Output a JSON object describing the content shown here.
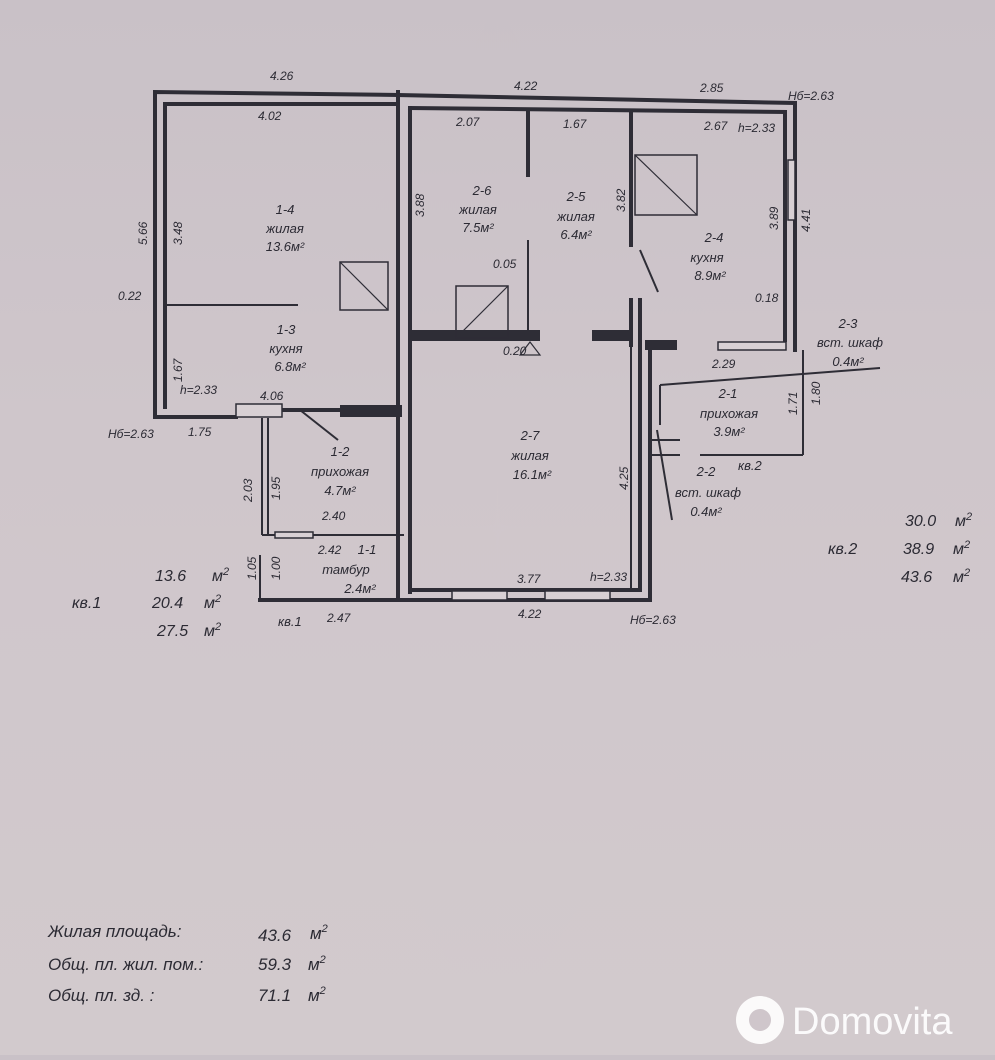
{
  "plan": {
    "dims": {
      "top_left": "4.26",
      "top_mid": "4.22",
      "top_right": "2.85",
      "h_top_right": "Hб=2.63",
      "inner_14_top": "4.02",
      "inner_26_top": "2.07",
      "inner_25_top": "1.67",
      "inner_24_top": "2.67",
      "h_24": "h=2.33",
      "left_outer": "5.66",
      "left_inner": "3.48",
      "left_0_22": "0.22",
      "wall_388": "3.88",
      "wall_382": "3.82",
      "right_389": "3.89",
      "right_441": "4.41",
      "d_0_05": "0.05",
      "d_0_20": "0.20",
      "d_0_18": "0.18",
      "d_2_29": "2.29",
      "d_1_67": "1.67",
      "h_13": "h=2.33",
      "d_4_06": "4.06",
      "h_bottom_left": "Hб=2.63",
      "d_1_75": "1.75",
      "d_2_03": "2.03",
      "d_1_95": "1.95",
      "d_2_40": "2.40",
      "d_2_42": "2.42",
      "d_1_05": "1.05",
      "d_1_00": "1.00",
      "d_2_47": "2.47",
      "d_3_77": "3.77",
      "h_27": "h=2.33",
      "d_4_22_bottom": "4.22",
      "h_bottom_right": "Hб=2.63",
      "d_4_25": "4.25",
      "d_1_71": "1.71",
      "d_1_80": "1.80"
    },
    "rooms": {
      "r14": {
        "id": "1-4",
        "name": "жилая",
        "area": "13.6м²"
      },
      "r13": {
        "id": "1-3",
        "name": "кухня",
        "area": "6.8м²"
      },
      "r12": {
        "id": "1-2",
        "name": "прихожая",
        "area": "4.7м²"
      },
      "r11": {
        "id": "1-1",
        "name": "тамбур",
        "area": "2.4м²"
      },
      "r26": {
        "id": "2-6",
        "name": "жилая",
        "area": "7.5м²"
      },
      "r25": {
        "id": "2-5",
        "name": "жилая",
        "area": "6.4м²"
      },
      "r24": {
        "id": "2-4",
        "name": "кухня",
        "area": "8.9м²"
      },
      "r23": {
        "id": "2-3",
        "name": "вст. шкаф",
        "area": "0.4м²"
      },
      "r21": {
        "id": "2-1",
        "name": "прихожая",
        "area": "3.9м²"
      },
      "r22": {
        "id": "2-2",
        "name": "вст. шкаф",
        "area": "0.4м²"
      },
      "r27": {
        "id": "2-7",
        "name": "жилая",
        "area": "16.1м²"
      }
    },
    "kv1_label": "кв.1",
    "kv2_label": "кв.2"
  },
  "summary": {
    "unit": "м",
    "kv1": {
      "label": "кв.1",
      "values": [
        "13.6",
        "20.4",
        "27.5"
      ]
    },
    "kv2": {
      "label": "кв.2",
      "values": [
        "30.0",
        "38.9",
        "43.6"
      ]
    }
  },
  "totals": [
    {
      "label": "Жилая площадь:",
      "value": "43.6"
    },
    {
      "label": "Общ. пл. жил. пом.:",
      "value": "59.3"
    },
    {
      "label": "Общ. пл. зд. :",
      "value": "71.1"
    }
  ],
  "watermark": "Domovita"
}
